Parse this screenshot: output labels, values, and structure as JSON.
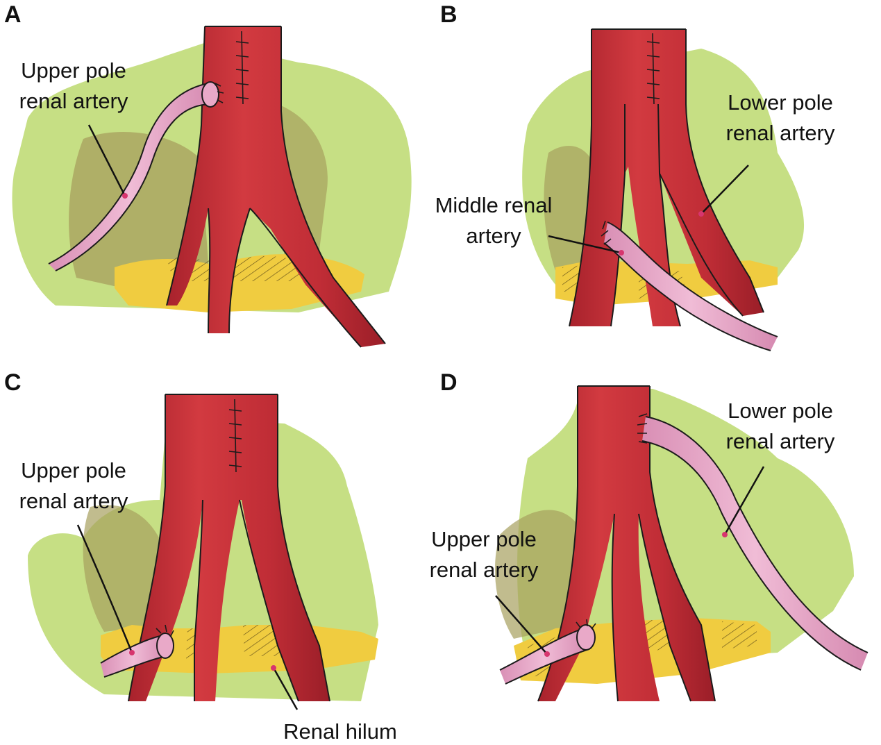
{
  "colors": {
    "artery": "#c7343c",
    "artery_dark": "#9e1f2a",
    "graft": "#e6a6c7",
    "background_green": "#b8d86a",
    "background_olive": "#a39a5a",
    "hilum_yellow": "#f0cc40"
  },
  "panels": [
    {
      "letter": "A",
      "labels": [
        {
          "lines": [
            "Upper pole",
            "renal artery"
          ]
        }
      ]
    },
    {
      "letter": "B",
      "labels": [
        {
          "lines": [
            "Lower pole",
            "renal artery"
          ]
        },
        {
          "lines": [
            "Middle renal",
            "artery"
          ]
        }
      ]
    },
    {
      "letter": "C",
      "labels": [
        {
          "lines": [
            "Upper pole",
            "renal artery"
          ]
        },
        {
          "lines": [
            "Renal hilum"
          ]
        }
      ]
    },
    {
      "letter": "D",
      "labels": [
        {
          "lines": [
            "Lower pole",
            "renal artery"
          ]
        },
        {
          "lines": [
            "Upper pole",
            "renal artery"
          ]
        }
      ]
    }
  ]
}
